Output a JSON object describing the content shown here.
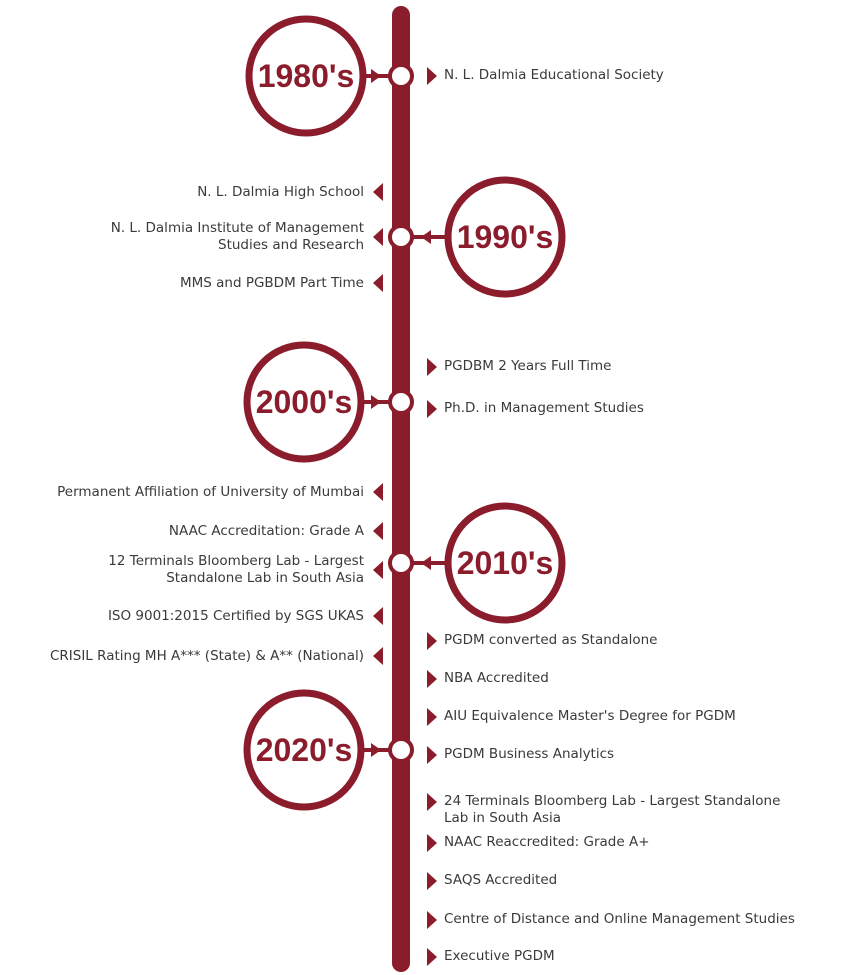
{
  "accent_color": "#8a1c2b",
  "decades": [
    {
      "label": "1980's",
      "items_left": [],
      "items_right": [
        "N. L. Dalmia Educational Society"
      ]
    },
    {
      "label": "1990's",
      "items_left": [
        "N. L. Dalmia High School",
        "N. L. Dalmia Institute of Management\nStudies and Research",
        "MMS and PGBDM Part Time"
      ],
      "items_right": []
    },
    {
      "label": "2000's",
      "items_left": [],
      "items_right": [
        "PGDBM 2 Years Full Time",
        "Ph.D. in Management Studies"
      ]
    },
    {
      "label": "2010's",
      "items_left": [
        "Permanent Affiliation of University of Mumbai",
        "NAAC Accreditation: Grade A",
        "12 Terminals Bloomberg Lab - Largest\nStandalone Lab in South Asia",
        "ISO 9001:2015 Certified by SGS UKAS",
        "CRISIL Rating MH A*** (State) & A** (National)"
      ],
      "items_right": []
    },
    {
      "label": "2020's",
      "items_left": [],
      "items_right": [
        "PGDM converted as Standalone",
        "NBA Accredited",
        "AIU Equivalence Master's Degree for PGDM",
        "PGDM Business Analytics",
        "24 Terminals Bloomberg Lab - Largest Standalone\nLab in South Asia",
        "NAAC Reaccredited: Grade A+",
        "SAQS Accredited",
        "Centre of Distance and Online Management Studies",
        "Executive PGDM"
      ]
    }
  ]
}
